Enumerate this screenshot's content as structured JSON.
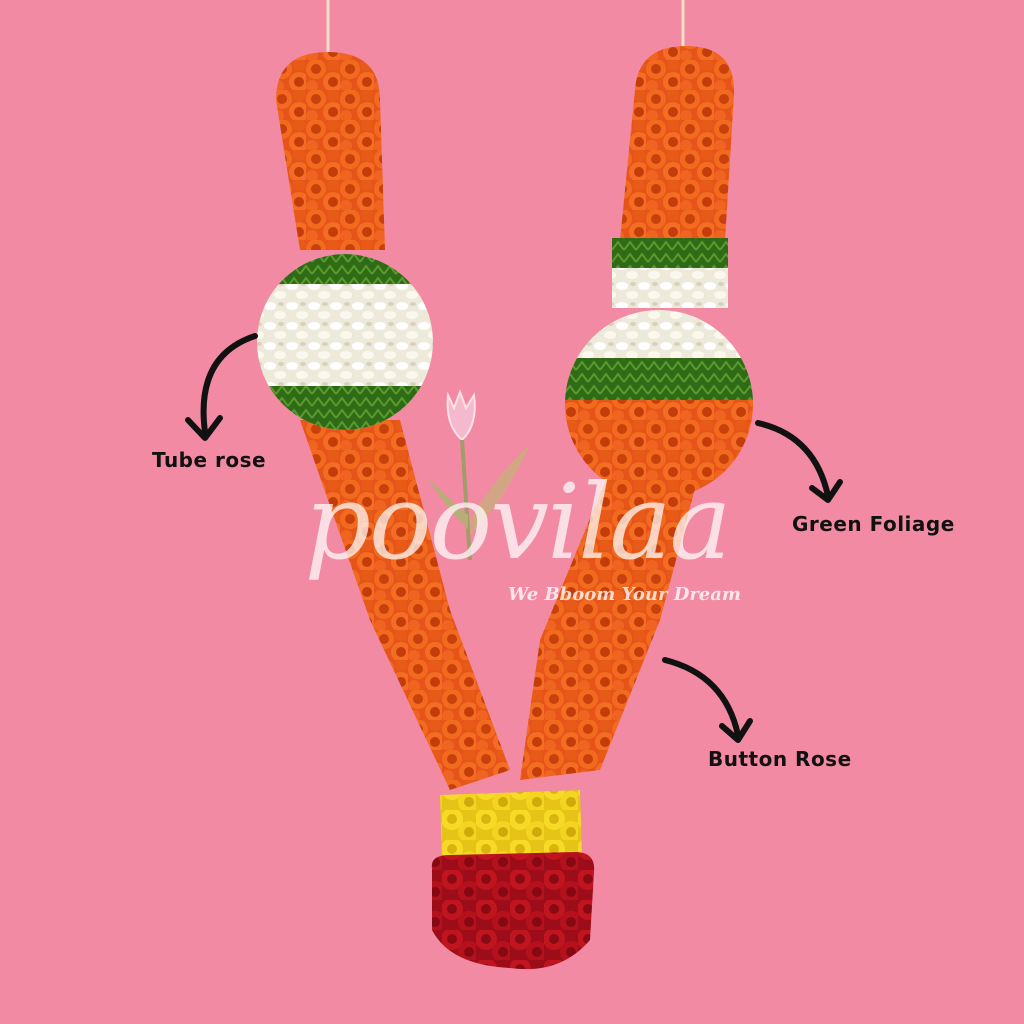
{
  "image": {
    "subject": "orange rose wedding garland",
    "background_color": "#f28aa3"
  },
  "labels": {
    "tube_rose": "Tube rose",
    "green_foliage": "Green Foliage",
    "button_rose": "Button Rose"
  },
  "watermark": {
    "brand": "poovilaa",
    "tagline": "We Bboom Your Dream"
  },
  "colors": {
    "orange_rose": "#ee5a17",
    "orange_dark": "#c8400c",
    "yellow_rose": "#f2d21a",
    "red_rose": "#b8101e",
    "white_flower": "#f6f3e6",
    "foliage": "#3c7a1e",
    "arrow": "#111111"
  }
}
